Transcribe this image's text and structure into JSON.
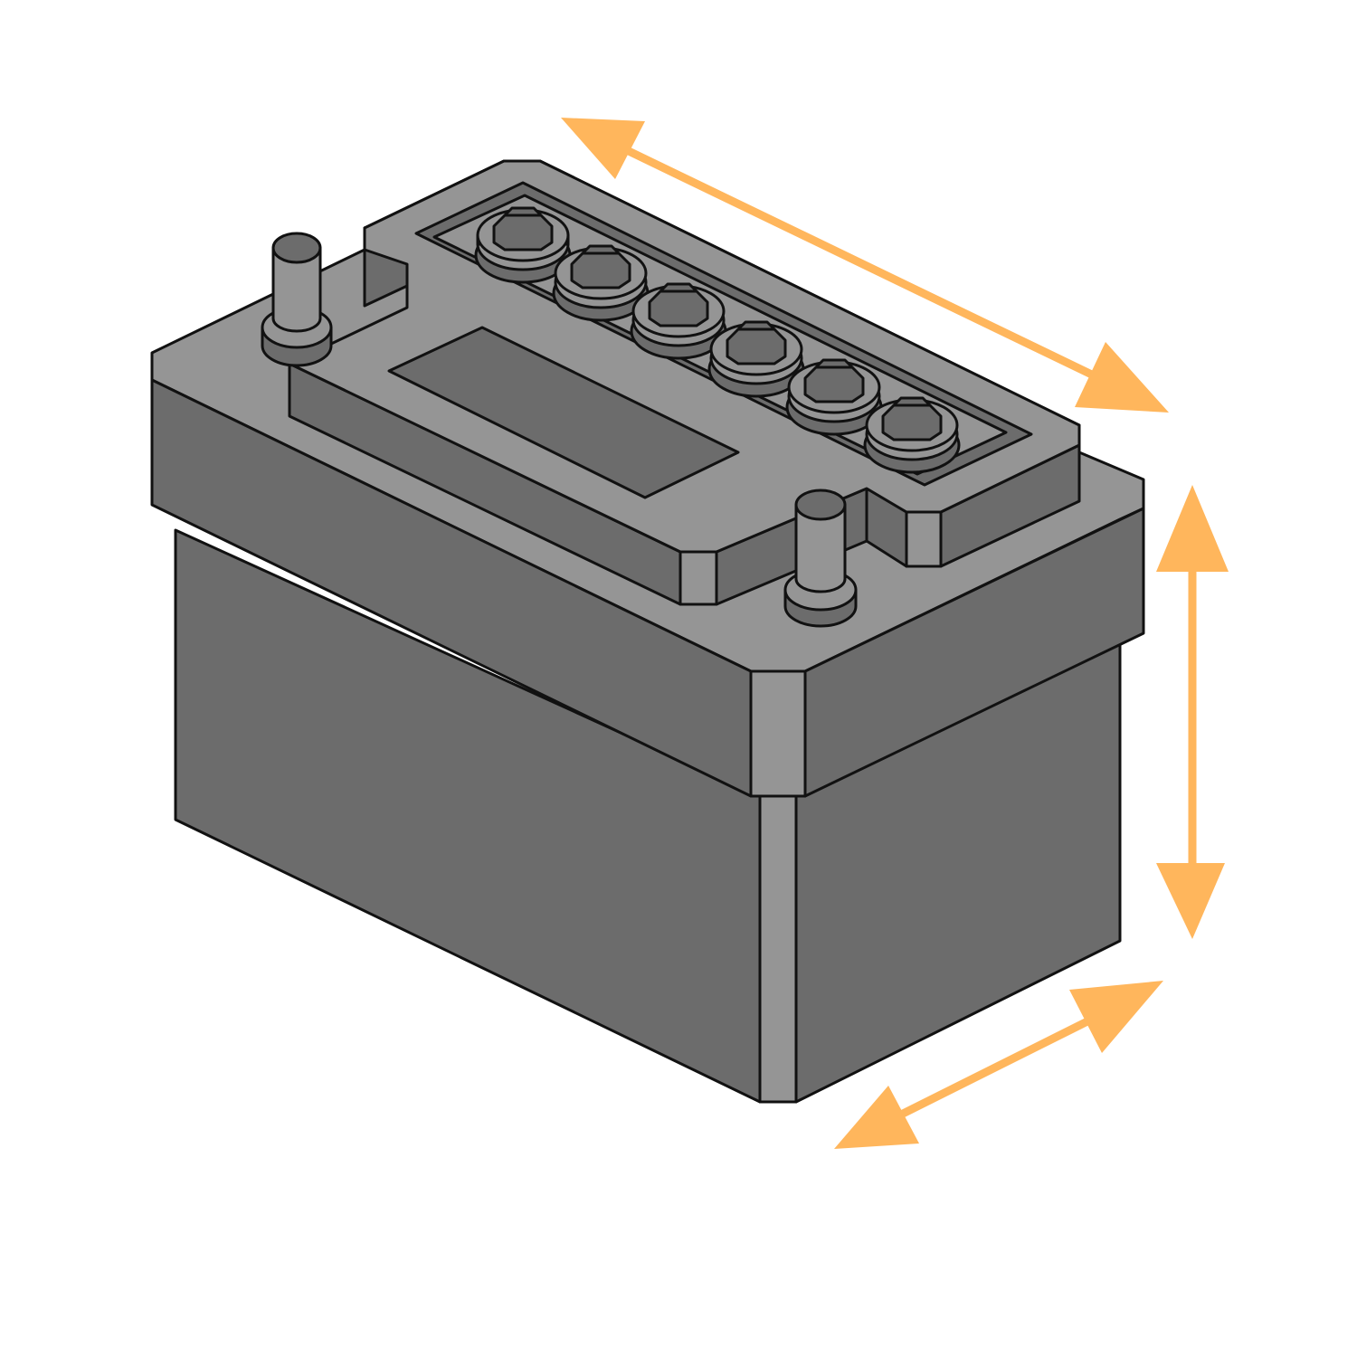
{
  "diagram": {
    "subject": "car-battery-dimensions",
    "colors": {
      "background": "#ffffff",
      "outline": "#111111",
      "light_face": "#959595",
      "dark_face": "#6c6c6c",
      "arrow": "#ffb65c"
    },
    "cap_count": 6,
    "terminal_count": 2,
    "dimension_arrows": [
      "length",
      "height",
      "width"
    ]
  }
}
